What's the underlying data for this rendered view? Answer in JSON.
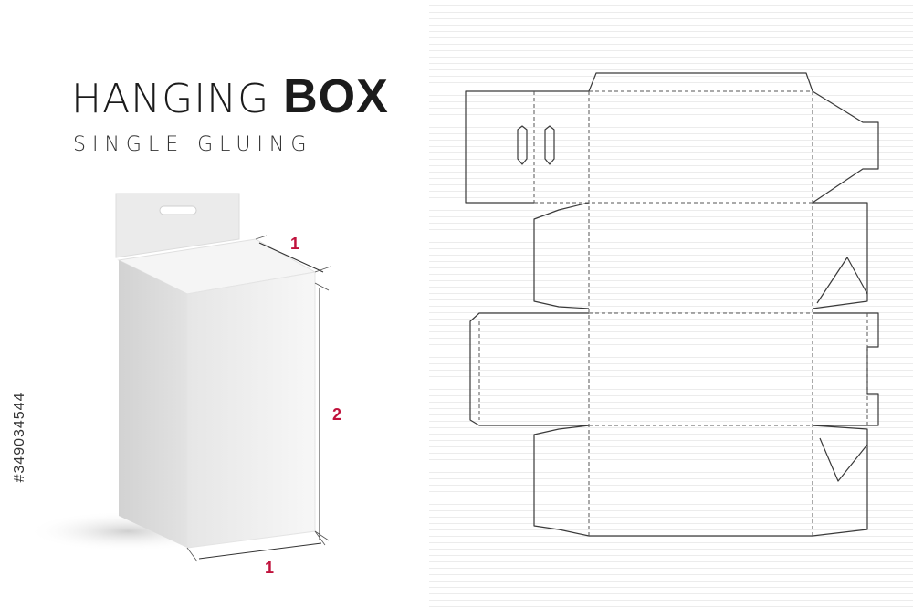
{
  "title": {
    "light": "HANGING",
    "bold": "BOX"
  },
  "subtitle": "SINGLE GLUING",
  "dimensions": {
    "depth": "1",
    "height": "2",
    "width": "1"
  },
  "stock_id": "#349034544",
  "colors": {
    "accent": "#c0123c",
    "line": "#3a3a3a",
    "box_face": "#f2f2f2"
  }
}
